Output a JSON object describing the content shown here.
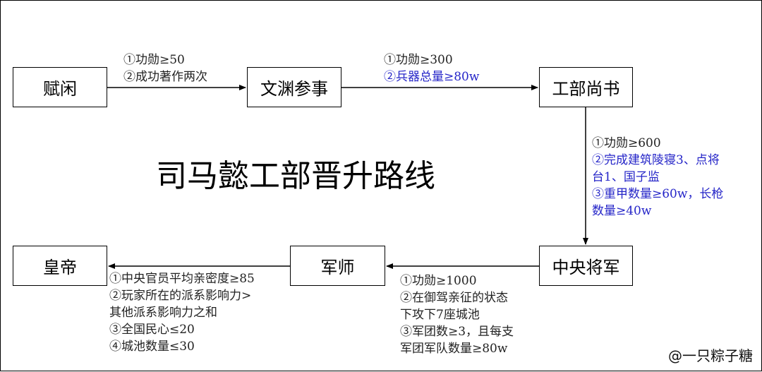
{
  "title": "司马懿工部晋升路线",
  "nodes": [
    "赋闲",
    "文渊参事",
    "工部尚书",
    "中央将军",
    "军师",
    "皇帝"
  ],
  "conditions": {
    "to_wenyuan": [
      "①功勋≥50",
      "②成功著作两次"
    ],
    "to_gongbu": [
      "①功勋≥300",
      "②兵器总量≥80w"
    ],
    "to_zhongyang": [
      "①功勋≥600",
      "②完成建筑陵寝3、点将",
      "台1、国子监",
      "③重甲数量≥60w，长枪",
      "数量≥40w"
    ],
    "to_junshi": [
      "①功勋≥1000",
      "②在御驾亲征的状态",
      "下攻下7座城池",
      "③军团数≥3，且每支",
      "军团军队数量≥80w"
    ],
    "to_huangdi": [
      "①中央官员平均亲密度≥85",
      "②玩家所在的派系影响力>",
      "其他派系影响力之和",
      "③全国民心≤20",
      "④城池数量≤30"
    ]
  },
  "colors": {
    "highlight": "#2525c8",
    "text": "#222222",
    "line": "#000000"
  },
  "watermark": "@一只粽子糖"
}
